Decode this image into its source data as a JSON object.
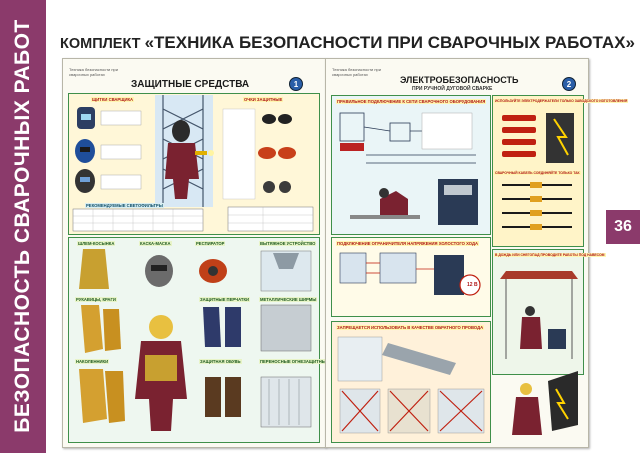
{
  "sidebar": {
    "text": "БЕЗОПАСНОСТЬ СВАРОЧНЫХ РАБОТ"
  },
  "header": {
    "prefix": "КОМПЛЕКТ ",
    "title": "«ТЕХНИКА БЕЗОПАСНОСТИ ПРИ СВАРОЧНЫХ РАБОТАХ»"
  },
  "page_badge": "36",
  "posters": {
    "left": {
      "header_text": "Техника безопасности при сварочных работах",
      "title": "ЗАЩИТНЫЕ СРЕДСТВА",
      "number": "1",
      "labels": {
        "shields": "ЩИТКИ СВАРЩИКА",
        "goggles": "ОЧКИ ЗАЩИТНЫЕ",
        "table_title": "РЕКОМЕНДУЕМЫЕ СВЕТОФИЛЬТРЫ",
        "pants": "ШЛЕМ-КОСЫНКА",
        "helmet": "КАСКА-МАСКА",
        "respirator": "РЕСПИРАТОР",
        "exhaust": "ВЫТЯЖНОЕ УСТРОЙСТВО",
        "gloves": "РУКАВИЦЫ, КРАГИ",
        "gloves2": "ЗАЩИТНЫЕ ПЕРЧАТКИ",
        "booth": "МЕТАЛЛИЧЕСКИЕ ШИРМЫ",
        "kneepads": "НАКОЛЕННИКИ",
        "shoes": "ЗАЩИТНАЯ ОБУВЬ",
        "curtain": "ПЕРЕНОСНЫЕ ОГНЕЗАЩИТНЫЕ ШТОРЫ"
      }
    },
    "right": {
      "header_text": "Техника безопасности при сварочных работах",
      "title": "ЭЛЕКТРОБЕЗОПАСНОСТЬ",
      "subtitle": "ПРИ РУЧНОЙ ДУГОВОЙ СВАРКЕ",
      "number": "2",
      "labels": {
        "connection": "ПРАВИЛЬНОЕ ПОДКЛЮЧЕНИЕ К СЕТИ СВАРОЧНОГО ОБОРУДОВАНИЯ",
        "holders": "ИСПОЛЬЗУЙТЕ ЭЛЕКТРОДЕРЖАТЕЛИ ТОЛЬКО ЗАВОДСКОГО ИЗГОТОВЛЕНИЯ",
        "cable": "СВАРОЧНЫЙ КАБЕЛЬ СОЕДИНЯЙТЕ ТОЛЬКО ТАК",
        "limiter": "ПОДКЛЮЧЕНИЕ ОГРАНИЧИТЕЛЯ НАПРЯЖЕНИЯ ХОЛОСТОГО ХОДА",
        "voltage": "12 В",
        "rain": "В ДОЖДЬ ИЛИ СНЕГОПАД ПРОВОДИТЕ РАБОТЫ ПОД НАВЕСОМ",
        "forbidden": "ЗАПРЕЩАЕТСЯ ИСПОЛЬЗОВАТЬ В КАЧЕСТВЕ ОБРАТНОГО ПРОВОДА"
      }
    }
  },
  "colors": {
    "brand": "#8b3a6b",
    "panel_border": "#3f8f4a",
    "suit": "#7a2230"
  }
}
